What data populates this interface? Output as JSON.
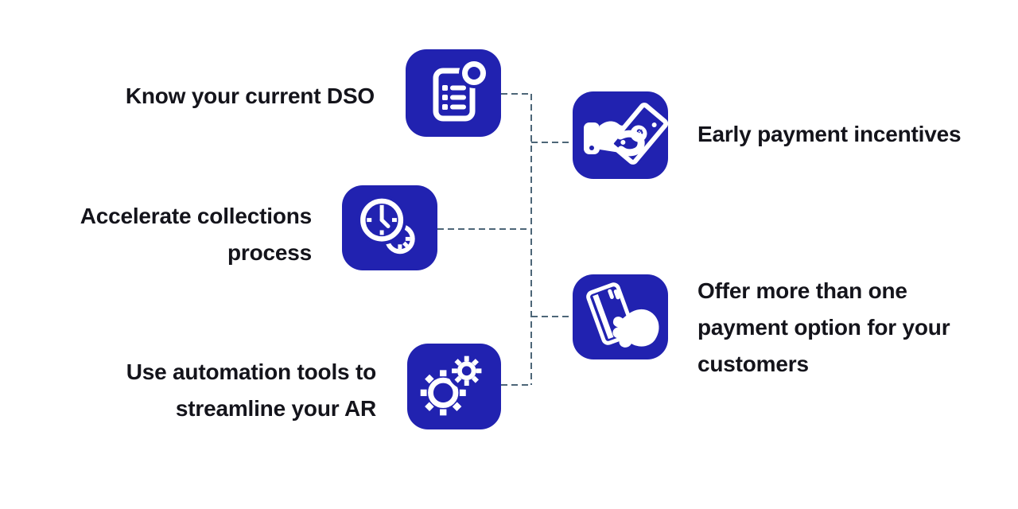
{
  "colors": {
    "tile_blue": "#2122b0",
    "icon_white": "#ffffff",
    "text_dark": "#14141b",
    "connector": "#4d6678",
    "bg": "#ffffff"
  },
  "flow": {
    "left_items": [
      {
        "id": "know-dso",
        "icon": "checklist-icon",
        "lines": [
          "Know your current DSO"
        ]
      },
      {
        "id": "accelerate-collections",
        "icon": "clocks-icon",
        "lines": [
          "Accelerate collections",
          "process"
        ]
      },
      {
        "id": "automation-tools",
        "icon": "gears-icon",
        "lines": [
          "Use automation tools to",
          "streamline your AR"
        ]
      }
    ],
    "right_items": [
      {
        "id": "early-payment-incentives",
        "icon": "cash-in-hand-icon",
        "lines": [
          "Early payment incentives"
        ]
      },
      {
        "id": "multiple-payment-options",
        "icon": "card-in-hand-icon",
        "lines": [
          "Offer more than one",
          "payment option for your",
          "customers"
        ]
      }
    ]
  },
  "icons": {
    "dollar_glyph": "$"
  }
}
